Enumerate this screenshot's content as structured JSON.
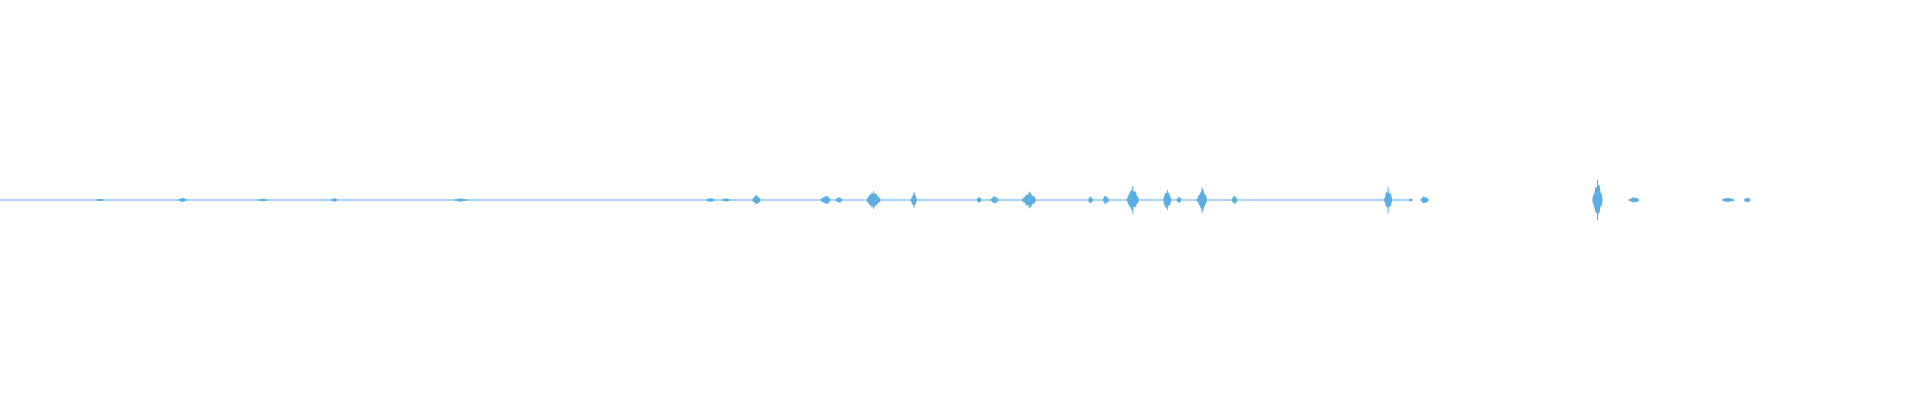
{
  "waveform": {
    "color": "#5aaee3",
    "baseline_color": "#5aaee3",
    "duration_fraction": 0.735,
    "bursts": [
      {
        "at": 0.052,
        "amp": 0.3,
        "width": 0.003
      },
      {
        "at": 0.095,
        "amp": 0.5,
        "width": 0.004
      },
      {
        "at": 0.137,
        "amp": 0.4,
        "width": 0.004
      },
      {
        "at": 0.174,
        "amp": 0.5,
        "width": 0.003
      },
      {
        "at": 0.24,
        "amp": 0.35,
        "width": 0.006
      },
      {
        "at": 0.37,
        "amp": 0.5,
        "width": 0.004
      },
      {
        "at": 0.378,
        "amp": 0.4,
        "width": 0.004
      },
      {
        "at": 0.394,
        "amp": 1.4,
        "width": 0.004
      },
      {
        "at": 0.43,
        "amp": 1.3,
        "width": 0.005
      },
      {
        "at": 0.437,
        "amp": 0.7,
        "width": 0.003
      },
      {
        "at": 0.455,
        "amp": 2.0,
        "width": 0.007
      },
      {
        "at": 0.476,
        "amp": 1.8,
        "width": 0.003
      },
      {
        "at": 0.51,
        "amp": 0.9,
        "width": 0.002
      },
      {
        "at": 0.518,
        "amp": 1.0,
        "width": 0.004
      },
      {
        "at": 0.536,
        "amp": 1.9,
        "width": 0.007
      },
      {
        "at": 0.568,
        "amp": 1.0,
        "width": 0.002
      },
      {
        "at": 0.576,
        "amp": 1.2,
        "width": 0.003
      },
      {
        "at": 0.59,
        "amp": 3.2,
        "width": 0.006
      },
      {
        "at": 0.608,
        "amp": 2.3,
        "width": 0.004
      },
      {
        "at": 0.614,
        "amp": 1.0,
        "width": 0.002
      },
      {
        "at": 0.626,
        "amp": 2.9,
        "width": 0.005
      },
      {
        "at": 0.643,
        "amp": 1.1,
        "width": 0.003
      },
      {
        "at": 0.723,
        "amp": 2.9,
        "width": 0.004
      },
      {
        "at": 0.742,
        "amp": 0.9,
        "width": 0.004
      },
      {
        "at": 0.832,
        "amp": 4.6,
        "width": 0.005
      },
      {
        "at": 0.851,
        "amp": 0.8,
        "width": 0.005
      },
      {
        "at": 0.9,
        "amp": 0.5,
        "width": 0.006
      },
      {
        "at": 0.91,
        "amp": 0.6,
        "width": 0.003
      }
    ]
  }
}
